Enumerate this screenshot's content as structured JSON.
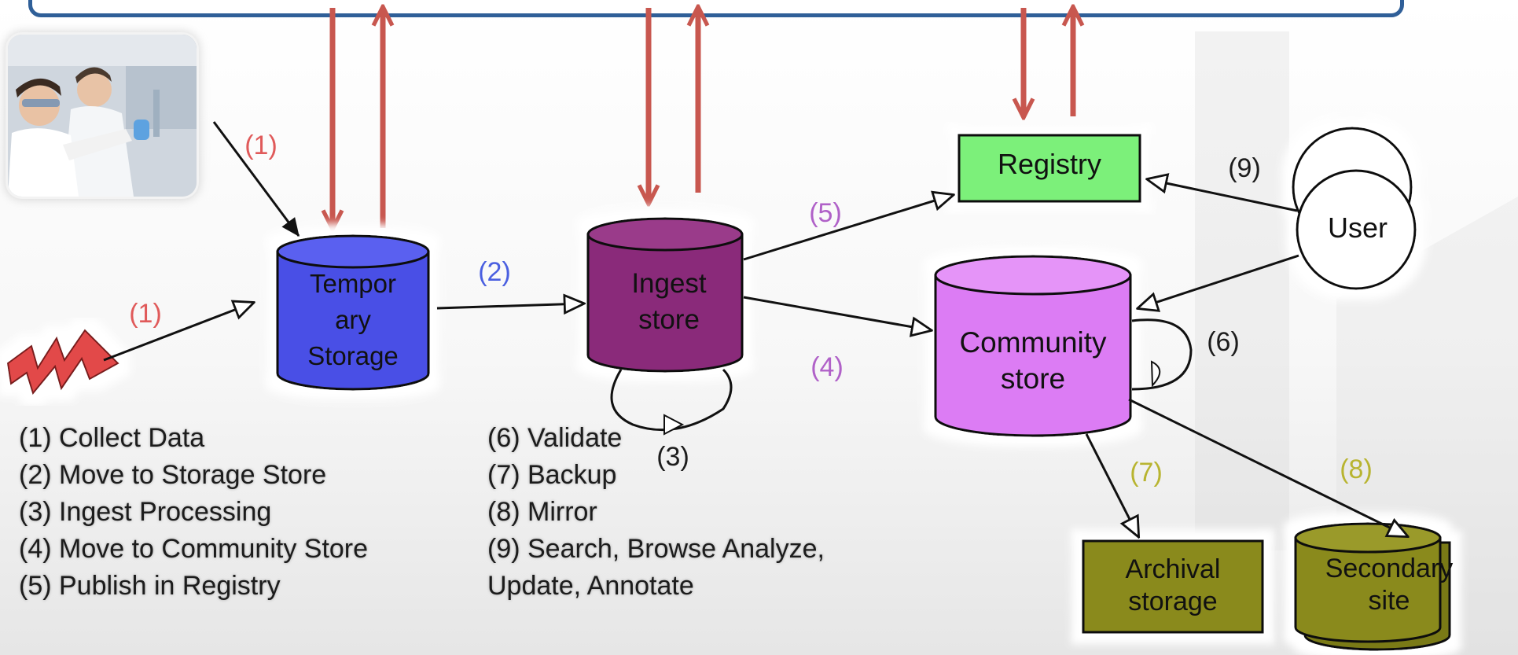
{
  "nodes": {
    "temporary_storage": [
      "Tempor",
      "ary",
      "Storage"
    ],
    "ingest_store": [
      "Ingest",
      "store"
    ],
    "community_store": [
      "Community",
      "store"
    ],
    "registry": "Registry",
    "user": "User",
    "archival_storage": [
      "Archival",
      "storage"
    ],
    "secondary_site": [
      "Secondary",
      "site"
    ]
  },
  "edge_labels": {
    "collect_sensor": "(1)",
    "collect_person": "(1)",
    "move_storage": "(2)",
    "ingest_processing": "(3)",
    "move_community": "(4)",
    "publish_registry": "(5)",
    "validate": "(6)",
    "backup": "(7)",
    "mirror": "(8)",
    "user_search": "(9)"
  },
  "legend_left": [
    "(1) Collect Data",
    "(2) Move to Storage Store",
    "(3) Ingest Processing",
    "(4) Move to Community Store",
    "(5) Publish in Registry"
  ],
  "legend_right": [
    "(6) Validate",
    "(7) Backup",
    "(8) Mirror",
    "(9) Search, Browse Analyze,",
    "Update, Annotate"
  ],
  "colors": {
    "top_bar_border": "#2f5f98",
    "vertical_arrows": "#c8574f",
    "temporary_storage": "#4a4fe6",
    "ingest_store": "#8a2a7a",
    "community_store": "#dc7cf4",
    "registry": "#7cf07a",
    "archival": "#8a8a1c",
    "secondary": "#8a8a1c",
    "label_red": "#e05a5a",
    "label_blue": "#4a5fe0",
    "label_purple": "#b061c8",
    "label_olive": "#b8b430",
    "label_black": "#1c1c1c"
  },
  "icons": [
    "lab-photo",
    "lightning-sensor-icon"
  ]
}
